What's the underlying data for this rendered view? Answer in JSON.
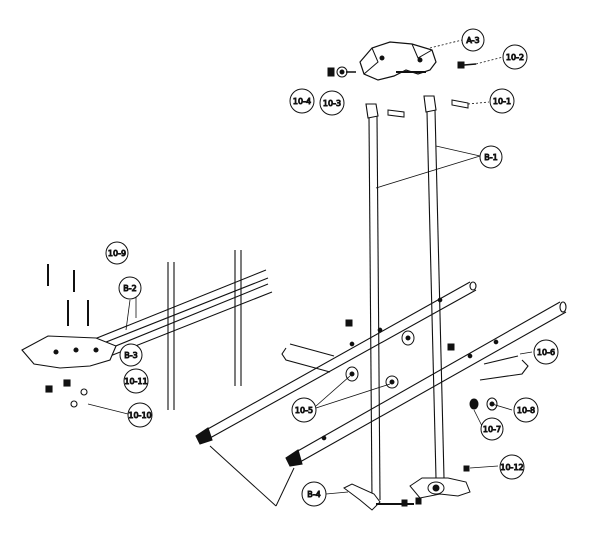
{
  "diagram": {
    "callouts": {
      "a3": "A-3",
      "p10_2": "10-2",
      "p10_4": "10-4",
      "p10_3": "10-3",
      "p10_1": "10-1",
      "b1": "B-1",
      "p10_9": "10-9",
      "b2": "B-2",
      "b3": "B-3",
      "p10_11": "10-11",
      "p10_10": "10-10",
      "p10_6": "10-6",
      "p10_5": "10-5",
      "p10_8": "10-8",
      "p10_7": "10-7",
      "p10_12": "10-12",
      "b4": "B-4"
    }
  }
}
